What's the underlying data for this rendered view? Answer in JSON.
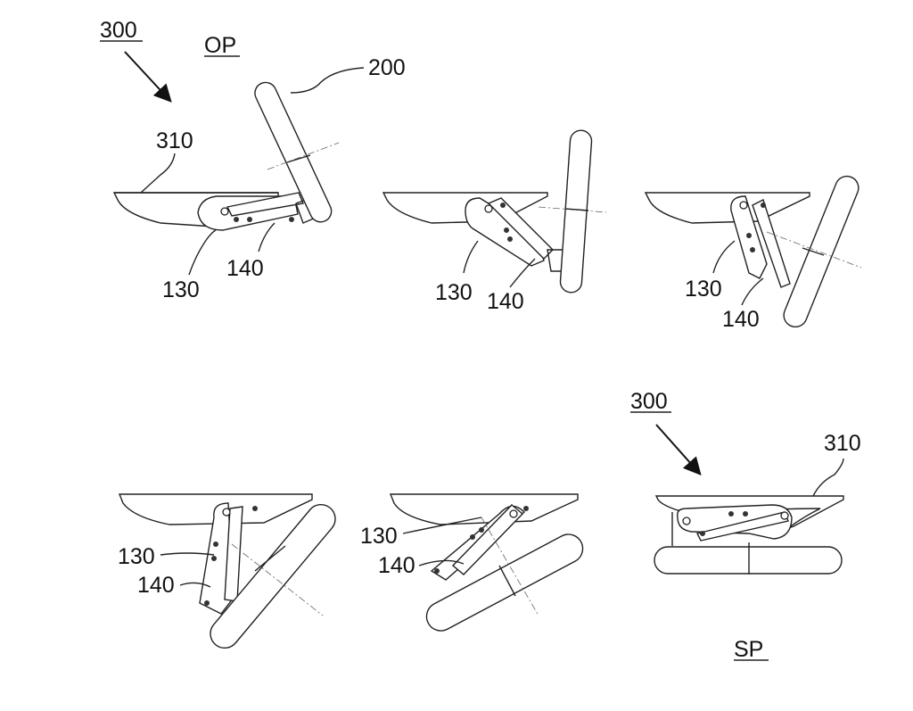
{
  "figure": {
    "assembly_ref": "300",
    "positions": {
      "open": "OP",
      "stowed": "SP"
    },
    "labels": {
      "seat": "310",
      "panel": "200",
      "link_a": "130",
      "link_b": "140"
    },
    "frames": [
      {
        "id": "frame-1",
        "labels": [
          "300",
          "OP",
          "200",
          "310",
          "130",
          "140"
        ]
      },
      {
        "id": "frame-2",
        "labels": [
          "130",
          "140"
        ]
      },
      {
        "id": "frame-3",
        "labels": [
          "130",
          "140"
        ]
      },
      {
        "id": "frame-4",
        "labels": [
          "130",
          "140"
        ]
      },
      {
        "id": "frame-5",
        "labels": [
          "130",
          "140"
        ]
      },
      {
        "id": "frame-6",
        "labels": [
          "300",
          "310",
          "SP"
        ]
      }
    ]
  }
}
